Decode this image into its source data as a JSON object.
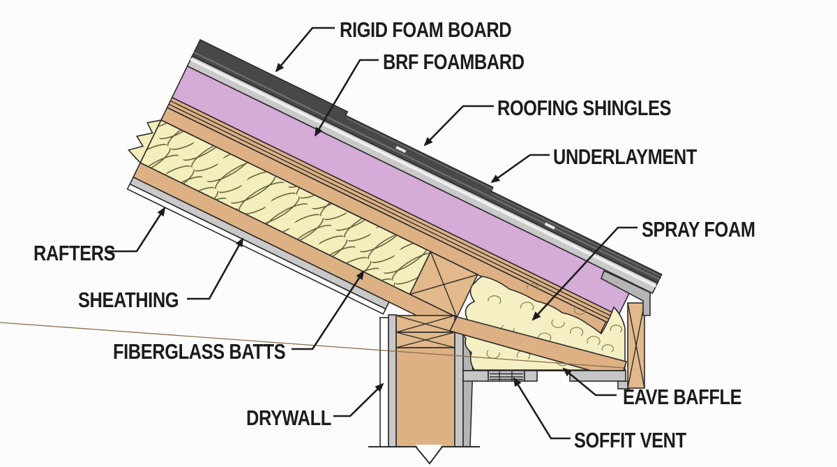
{
  "diagram": {
    "type": "roof-eave-cross-section",
    "labels": {
      "rigid_foam_board": "RIGID FOAM BOARD",
      "brf_foamboard": "BRF FOAMBARD",
      "roofing_shingles": "ROOFING SHINGLES",
      "underlayment": "UNDERLAYMENT",
      "spray_foam": "SPRAY FOAM",
      "rafters": "RAFTERS",
      "sheathing": "SHEATHING",
      "fiberglass_batts": "FIBERGLASS BATTS",
      "drywall": "DRYWALL",
      "eave_baffle": "EAVE BAFFLE",
      "soffit_vent": "SOFFIT VENT"
    }
  },
  "colors": {
    "bg": "#fcfcfc",
    "labelInk": "#1c1c1c",
    "outline": "#2b2b2b",
    "shingle": "#4a4846",
    "shingleLine": "#6f6f6f",
    "underlay": "#c9c9c9",
    "underlayHi": "#f0f0f0",
    "foamBoard": "#d5abd7",
    "wood": "#ddb184",
    "woodLight": "#e2b98b",
    "woodLine": "#8a6f4c",
    "batts": "#f3eebb",
    "battsLine": "#8d8760",
    "coil": "#5d5838",
    "sprayFoam": "#f5efc4",
    "grayPanel": "#c6c6c6",
    "grayMid": "#b5b5b5",
    "white": "#ffffff"
  }
}
